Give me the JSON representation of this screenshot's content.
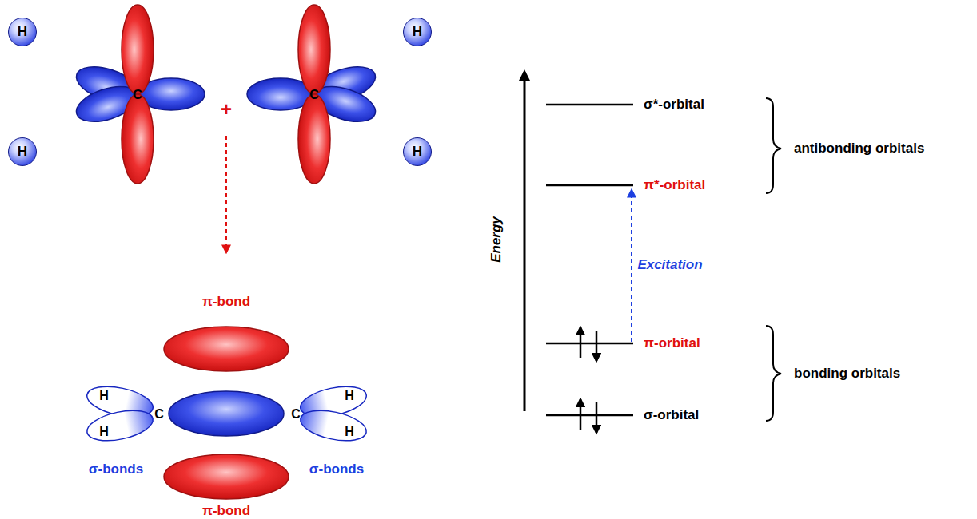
{
  "diagram": {
    "nodes": [
      {
        "text": [
          "H"
        ]
      },
      {
        "text": [
          "H"
        ]
      },
      {
        "text": [
          "H"
        ]
      },
      {
        "text": [
          "H"
        ]
      }
    ],
    "labels": [
      "+",
      "C",
      "C",
      "π-bond",
      "H",
      "H",
      "C",
      "C",
      "H",
      "H",
      "σ-bonds",
      "σ-bonds",
      "π-bond",
      "Energy",
      "σ*-orbital",
      "π*-orbital",
      "Excitation",
      "π-orbital",
      "σ-orbital",
      "antibonding orbitals",
      "bonding orbitals"
    ]
  }
}
